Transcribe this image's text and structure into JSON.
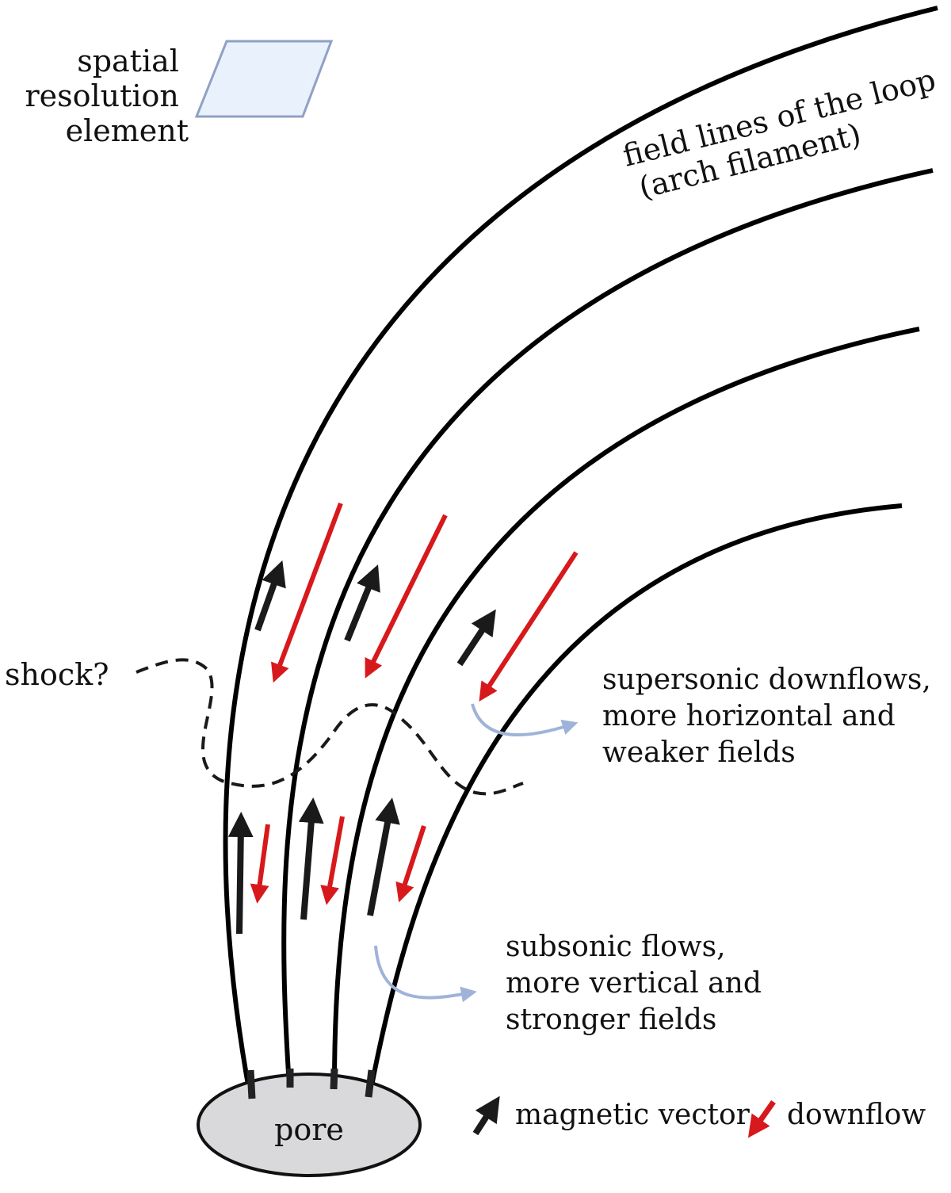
{
  "labels": {
    "resolution_element": [
      "spatial",
      "resolution",
      "element"
    ],
    "field_lines": [
      "field lines of the loop",
      "(arch filament)"
    ],
    "shock": "shock?",
    "supersonic": [
      "supersonic downflows,",
      "more horizontal and",
      "weaker fields"
    ],
    "subsonic": [
      "subsonic flows,",
      "more vertical and",
      "stronger fields"
    ],
    "pore": "pore"
  },
  "legend": {
    "magnetic_vector": "magnetic vector",
    "downflow": "downflow"
  },
  "colors": {
    "field_line": "#000000",
    "magnetic_arrow": "#1a1a1a",
    "downflow_arrow": "#d7191c",
    "resolution_box": "#8fa1c4",
    "resolution_box_top": "#e9f1fc",
    "pointer": "#9fb3d9",
    "pore_fill": "#d9d9db"
  }
}
